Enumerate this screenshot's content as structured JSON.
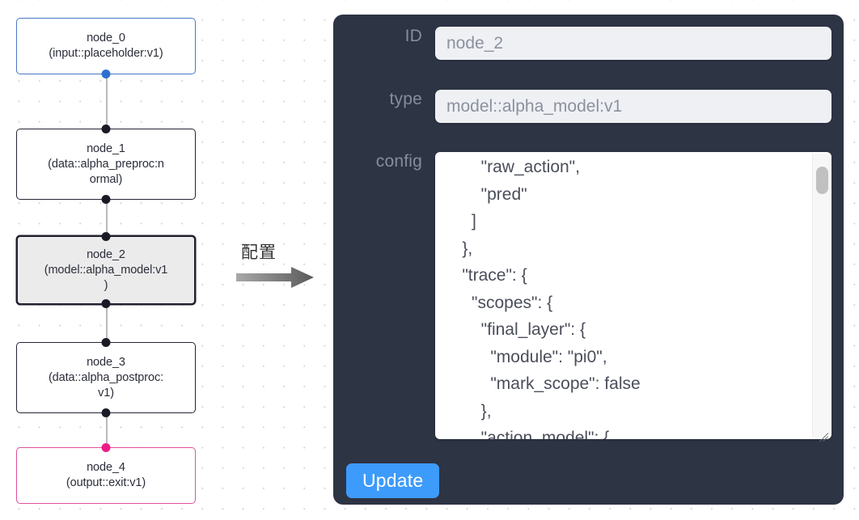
{
  "canvas": {
    "grid": "dot-grid",
    "edge_color": "#b9b9bd"
  },
  "graph": {
    "nodes": [
      {
        "id": "node_0",
        "title": "node_0",
        "subtitle": "(input::placeholder:v1)",
        "text": "node_0\n(input::placeholder:v1)",
        "role": "input",
        "selected": false,
        "border_color": "#4a77c4",
        "handle_color": "#2f6fd0"
      },
      {
        "id": "node_1",
        "title": "node_1",
        "subtitle": "(data::alpha_preproc:normal)",
        "text": "node_1\n(data::alpha_preproc:n\normal)",
        "role": "data",
        "selected": false,
        "border_color": "#222433",
        "handle_color": "#1a1a26"
      },
      {
        "id": "node_2",
        "title": "node_2",
        "subtitle": "(model::alpha_model:v1)",
        "text": "node_2\n(model::alpha_model:v1\n)",
        "role": "model",
        "selected": true,
        "border_color": "#21222e",
        "handle_color": "#1a1a26"
      },
      {
        "id": "node_3",
        "title": "node_3",
        "subtitle": "(data::alpha_postproc:v1)",
        "text": "node_3\n(data::alpha_postproc:\nv1)",
        "role": "data",
        "selected": false,
        "border_color": "#222433",
        "handle_color": "#1a1a26"
      },
      {
        "id": "node_4",
        "title": "node_4",
        "subtitle": "(output::exit:v1)",
        "text": "node_4\n(output::exit:v1)",
        "role": "output",
        "selected": false,
        "border_color": "#e0509a",
        "handle_color": "#ec1d87"
      }
    ]
  },
  "arrow": {
    "label": "配置",
    "icon": "right-arrow-icon",
    "color": "#808080"
  },
  "panel": {
    "background": "#2d3444",
    "fields": {
      "id": {
        "label": "ID",
        "value": "node_2"
      },
      "type": {
        "label": "type",
        "value": "model::alpha_model:v1"
      },
      "config": {
        "label": "config",
        "value": "        \"raw_action\",\n        \"pred\"\n      ]\n    },\n    \"trace\": {\n      \"scopes\": {\n        \"final_layer\": {\n          \"module\": \"pi0\",\n          \"mark_scope\": false\n        },\n        \"action_model\": {"
      }
    },
    "update_button": {
      "label": "Update",
      "color": "#3d9bfb"
    }
  }
}
